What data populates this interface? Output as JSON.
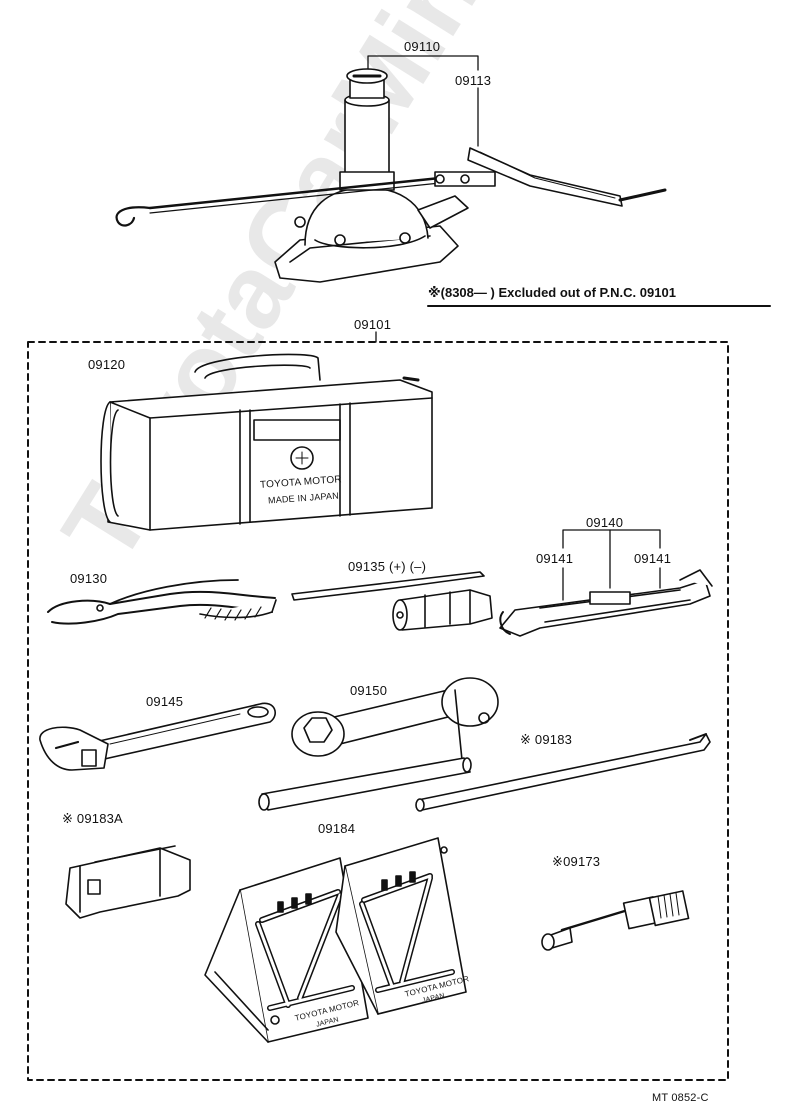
{
  "labels": {
    "jack_assembly": "09110",
    "jack_handle": "09113",
    "tool_set": "09101",
    "tool_bag": "09120",
    "pliers": "09130",
    "screwdriver": "09135 (+) (–)",
    "wrench_set": "09140",
    "wrench_left": "09141",
    "wrench_right": "09141",
    "adjustable_wrench": "09145",
    "hub_nut_wrench": "09150",
    "tire_lever": "※ 09183",
    "clip_part": "※ 09183A",
    "handle_bar": "09184",
    "spark_plug_tool": "※09173"
  },
  "note": {
    "mark": "※",
    "text": "(8308—        ) Excluded out of P.N.C. 09101"
  },
  "bag_print": {
    "line1": "TOYOTA MOTOR",
    "line2": "MADE IN JAPAN"
  },
  "chock_print": {
    "line1": "TOYOTA MOTOR",
    "line2": "JAPAN"
  },
  "figure_code": "MT  0852-C",
  "watermark": "ToyotaCarMine.ru"
}
